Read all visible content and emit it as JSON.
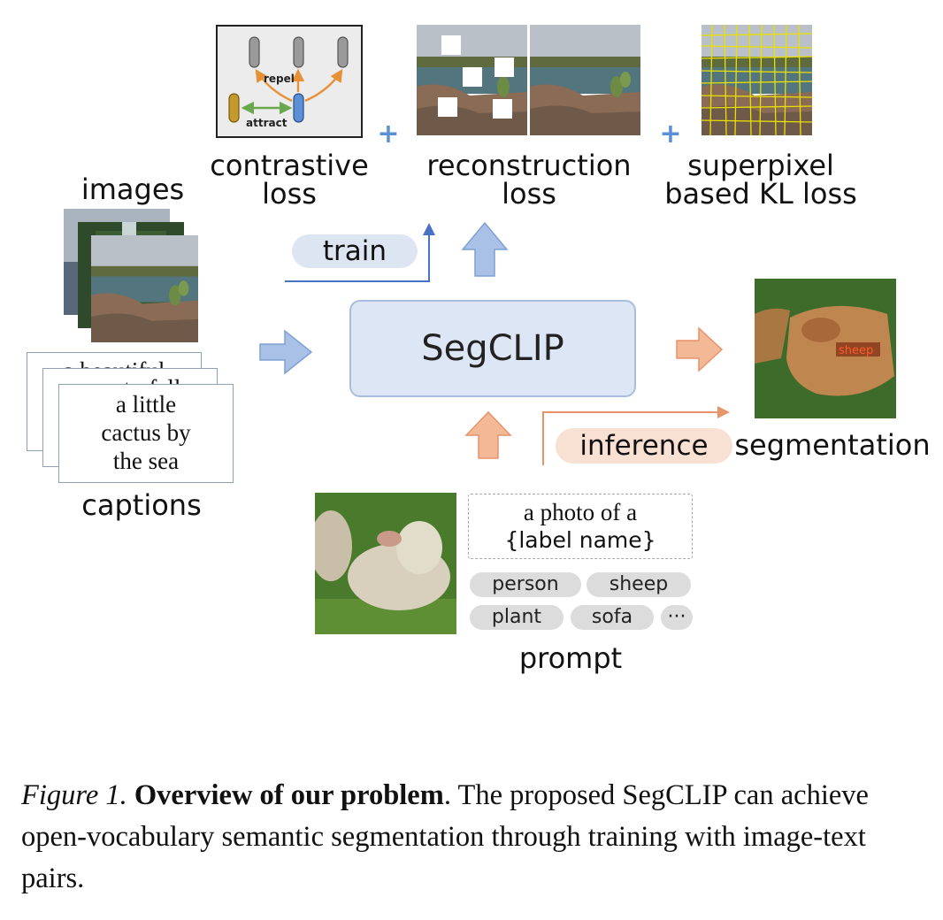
{
  "losses": {
    "contrastive": {
      "line1": "contrastive",
      "line2": "loss",
      "repel": "repel",
      "attract": "attract"
    },
    "reconstruction": {
      "line1": "reconstruction",
      "line2": "loss"
    },
    "superpixel": {
      "line1": "superpixel",
      "line2": "based KL loss"
    },
    "plus": "+"
  },
  "inputs": {
    "images_label": "images",
    "captions_label": "captions",
    "caption_back2": "a beautiful",
    "caption_back1": "a waterfall",
    "caption_front": [
      "a little",
      "cactus by",
      "the sea"
    ]
  },
  "model": {
    "name": "SegCLIP"
  },
  "train_label": "train",
  "inference_label": "inference",
  "output": {
    "label": "segmentation",
    "mask_tag": "sheep"
  },
  "prompt": {
    "template_line1": "a photo of a",
    "template_line2": "{label name}",
    "classes": [
      "person",
      "sheep",
      "plant",
      "sofa",
      "···"
    ],
    "label": "prompt"
  },
  "figure_caption": {
    "prefix": "Figure 1.",
    "title": "Overview of our problem",
    "body": ". The proposed SegCLIP can achieve open-vocabulary semantic segmentation through training with image-text pairs."
  },
  "colors": {
    "train_blue": "#4a72c4",
    "inference_orange": "#e8946a",
    "model_fill": "#dde6f5",
    "model_border": "#a9bede",
    "train_pill": "#dde5f2",
    "inference_pill": "#f8e0d2",
    "attract_green": "#6aa84f",
    "repel_orange": "#e69138"
  }
}
